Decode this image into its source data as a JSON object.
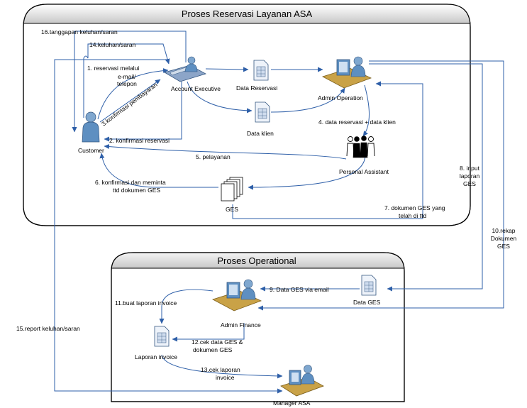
{
  "sections": {
    "reservasi_title": "Proses Reservasi Layanan ASA",
    "operational_title": "Proses Operational"
  },
  "nodes": {
    "account_executive": "Account Executive",
    "admin_operation": "Admin Operation",
    "customer": "Customer",
    "data_reservasi": "Data Reservasi",
    "data_klien": "Data klien",
    "personal_assistant": "Personal Assistant",
    "ges": "GES",
    "admin_finance": "Admin Finance",
    "data_ges": "Data GES",
    "laporan_invoice": "Laporan invoice",
    "manager_asa": "Manager ASA"
  },
  "flows": {
    "f1": [
      "1. reservasi melalui",
      "e-mail/",
      "telepon"
    ],
    "f2": "2. konfirmasi reservasi",
    "f3": "3.konfirmasi pembayaran",
    "f4": "4. data reservasi + data klien",
    "f5": "5. pelayanan",
    "f6": [
      "6. konfirmasi dan meminta",
      "ttd dokumen GES"
    ],
    "f7": [
      "7. dokumen GES yang",
      "telah di ttd"
    ],
    "f8": [
      "8. input",
      "laporan",
      "GES"
    ],
    "f9": "9. Data GES via email",
    "f10": [
      "10.rekap",
      "Dokumen",
      "GES"
    ],
    "f11": "11.buat laporan invoice",
    "f12": [
      "12.cek data GES &",
      "dokumen GES"
    ],
    "f13": [
      "13.cek laporan",
      "invoice"
    ],
    "f14": "14.keluhan/saran",
    "f15": "15.report keluhan/saran",
    "f16": "16.tanggapan keluhan/saran"
  },
  "colors": {
    "arrow": "#2e5fa8",
    "frame_header": "#d4d4d4",
    "person_body": "#7fa7cf",
    "desk": "#c9a247"
  }
}
